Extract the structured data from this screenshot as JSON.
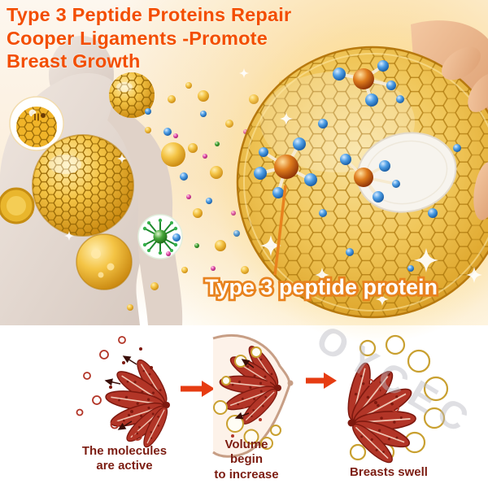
{
  "heading": {
    "line1": "Type 3 Peptide Proteins Repair",
    "line2": "Cooper Ligaments -Promote",
    "line3": "Breast Growth"
  },
  "patch_label": "Type 3 peptide protein",
  "stages": {
    "captions": [
      {
        "lines": [
          "The molecules",
          "are active"
        ]
      },
      {
        "lines": [
          "Volume",
          "begin",
          "to increase"
        ]
      },
      {
        "lines": [
          "Breasts swell"
        ]
      }
    ]
  },
  "watermark": "OYCEC",
  "colors": {
    "heading_orange": "#f34e00",
    "label_stroke_orange": "#e8821e",
    "caption_maroon": "#7c1d12",
    "patch_gold": "#f0c659",
    "arrow_red": "#e63c12",
    "molecule_blue": "#4f9fe6",
    "molecule_amber": "#df7c1d",
    "gland_red": "#b23527"
  }
}
